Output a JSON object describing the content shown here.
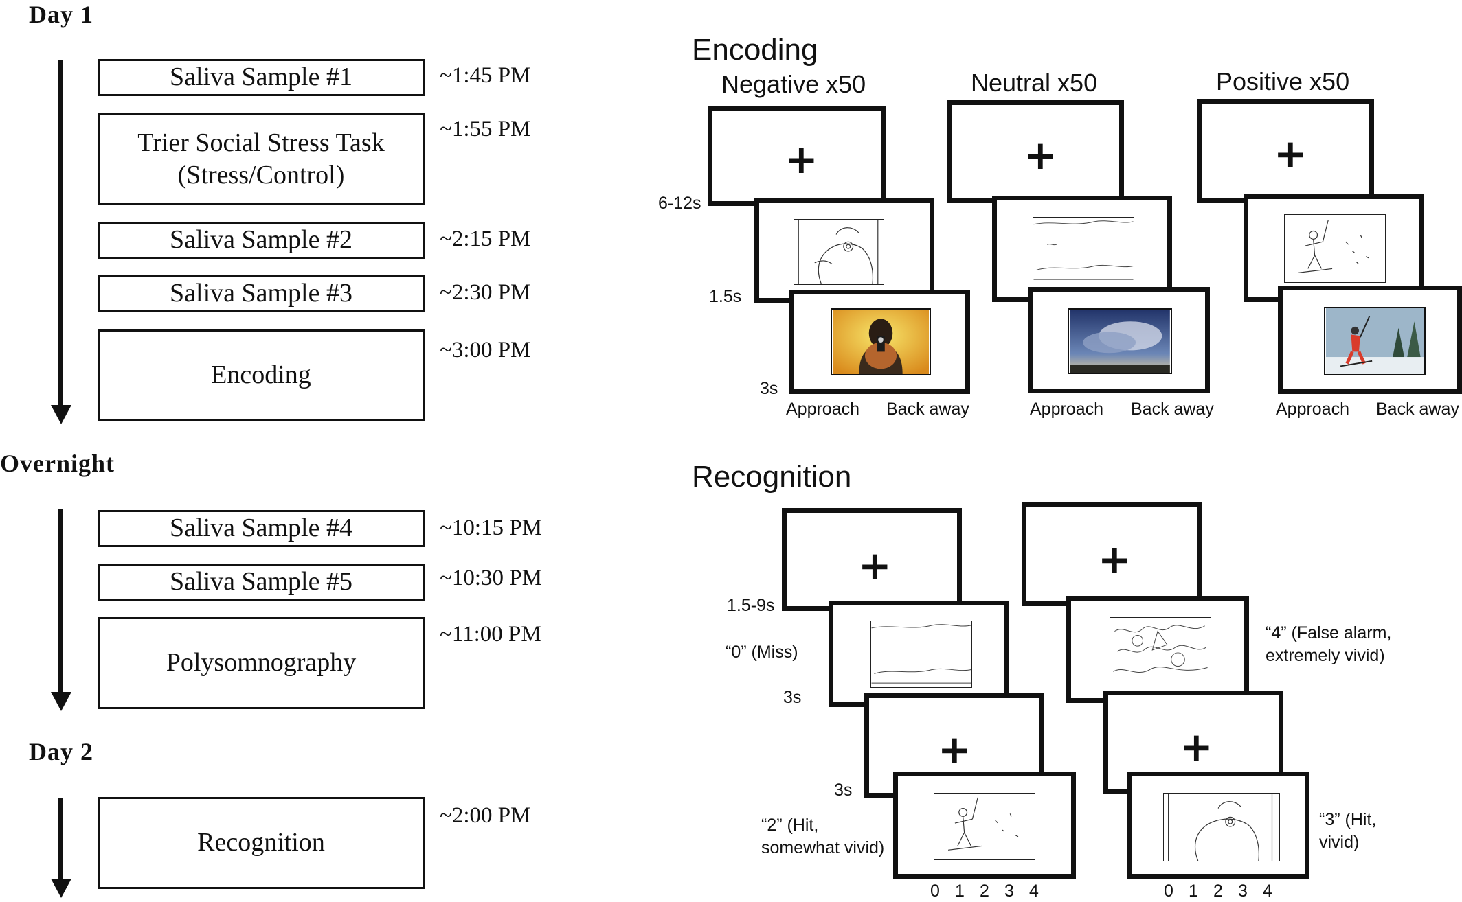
{
  "timeline": {
    "day1": {
      "heading": "Day 1",
      "steps": [
        {
          "label": "Saliva  Sample  #1",
          "time": "~1:45 PM"
        },
        {
          "label": "Trier Social Stress Task\n(Stress/Control)",
          "time": "~1:55 PM"
        },
        {
          "label": "Saliva  Sample  #2",
          "time": "~2:15 PM"
        },
        {
          "label": "Saliva  Sample  #3",
          "time": "~2:30 PM"
        },
        {
          "label": "Encoding",
          "time": "~3:00 PM"
        }
      ]
    },
    "overnight": {
      "heading": "Overnight",
      "steps": [
        {
          "label": "Saliva  Sample  #4",
          "time": "~10:15 PM"
        },
        {
          "label": "Saliva  Sample #5",
          "time": "~10:30 PM"
        },
        {
          "label": "Polysomnography",
          "time": "~11:00 PM"
        }
      ]
    },
    "day2": {
      "heading": "Day 2",
      "steps": [
        {
          "label": "Recognition",
          "time": "~2:00 PM"
        }
      ]
    }
  },
  "encoding": {
    "title": "Encoding",
    "fixation_symbol": "+",
    "columns": [
      {
        "title": "Negative x50",
        "approach_label": "Approach",
        "backaway_label": "Back away",
        "photo": "person-pointing-gun-photo"
      },
      {
        "title": "Neutral x50",
        "approach_label": "Approach",
        "backaway_label": "Back away",
        "photo": "stormy-sky-photo"
      },
      {
        "title": "Positive x50",
        "approach_label": "Approach",
        "backaway_label": "Back away",
        "photo": "skier-in-snow-photo"
      }
    ],
    "durations": {
      "fixation": "6-12s",
      "line_drawing": "1.5s",
      "photo": "3s"
    }
  },
  "recognition": {
    "title": "Recognition",
    "fixation_symbol": "+",
    "durations": {
      "fixation": "1.5-9s",
      "image": "3s",
      "rating_fixation": "3s"
    },
    "examples": {
      "miss": "“0” (Miss)",
      "false_alarm": "“4” (False alarm,\nextremely vivid)",
      "hit_somewhat": "“2” (Hit,\nsomewhat vivid)",
      "hit_vivid": "“3” (Hit,\nvivid)"
    },
    "rating_scale": [
      "0",
      "1",
      "2",
      "3",
      "4"
    ]
  }
}
